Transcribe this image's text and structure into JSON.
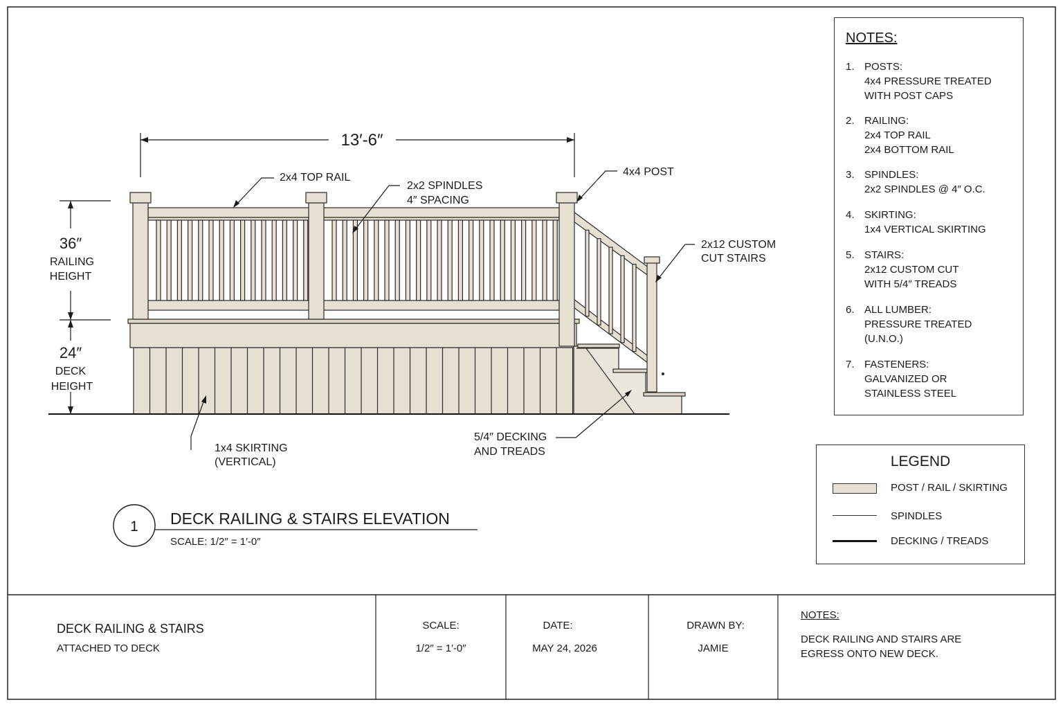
{
  "drawing": {
    "dimension_width": "13′-6″",
    "railing_height_value": "36″",
    "railing_height_label_1": "RAILING",
    "railing_height_label_2": "HEIGHT",
    "deck_height_value": "24″",
    "deck_height_label_1": "DECK",
    "deck_height_label_2": "HEIGHT",
    "callout_top_rail": "2x4 TOP RAIL",
    "callout_spindles_1": "2x2 SPINDLES",
    "callout_spindles_2": "4″ SPACING",
    "callout_post": "4x4 POST",
    "callout_stairs_1": "2x12 CUSTOM",
    "callout_stairs_2": "CUT STAIRS",
    "callout_skirting_1": "1x4 SKIRTING",
    "callout_skirting_2": "(VERTICAL)",
    "callout_decking_1": "5/4″ DECKING",
    "callout_decking_2": "AND TREADS",
    "detail_number": "1",
    "detail_title": "DECK RAILING & STAIRS ELEVATION",
    "detail_scale": "SCALE: 1/2″ = 1′-0″",
    "colors": {
      "wood": "#e6e0d3",
      "line": "#2a2a2a"
    }
  },
  "notes": {
    "title": "NOTES:",
    "items": [
      {
        "num": "1.",
        "lines": [
          "POSTS:",
          "4x4 PRESSURE TREATED",
          "WITH POST CAPS"
        ]
      },
      {
        "num": "2.",
        "lines": [
          "RAILING:",
          "2x4 TOP RAIL",
          "2x4 BOTTOM RAIL"
        ]
      },
      {
        "num": "3.",
        "lines": [
          "SPINDLES:",
          "2x2 SPINDLES @ 4″ O.C."
        ]
      },
      {
        "num": "4.",
        "lines": [
          "SKIRTING:",
          "1x4 VERTICAL SKIRTING"
        ]
      },
      {
        "num": "5.",
        "lines": [
          "STAIRS:",
          "2x12 CUSTOM CUT",
          "WITH 5/4″ TREADS"
        ]
      },
      {
        "num": "6.",
        "lines": [
          "ALL LUMBER:",
          "PRESSURE TREATED",
          "(U.N.O.)"
        ]
      },
      {
        "num": "7.",
        "lines": [
          "FASTENERS:",
          "GALVANIZED OR",
          "STAINLESS STEEL"
        ]
      }
    ]
  },
  "legend": {
    "title": "LEGEND",
    "items": [
      "POST / RAIL / SKIRTING",
      "SPINDLES",
      "DECKING / TREADS"
    ]
  },
  "title_block": {
    "project_title": "DECK RAILING & STAIRS",
    "project_subtitle": "ATTACHED TO DECK",
    "scale_label": "SCALE:",
    "scale_value": "1/2″ =  1′-0″",
    "date_label": "DATE:",
    "date_value": "MAY 24, 2026",
    "drawn_by_label": "DRAWN BY:",
    "drawn_by_value": "JAMIE",
    "notes_label": "NOTES:",
    "notes_line_1": "DECK RAILING AND STAIRS ARE",
    "notes_line_2": "EGRESS ONTO NEW DECK."
  }
}
